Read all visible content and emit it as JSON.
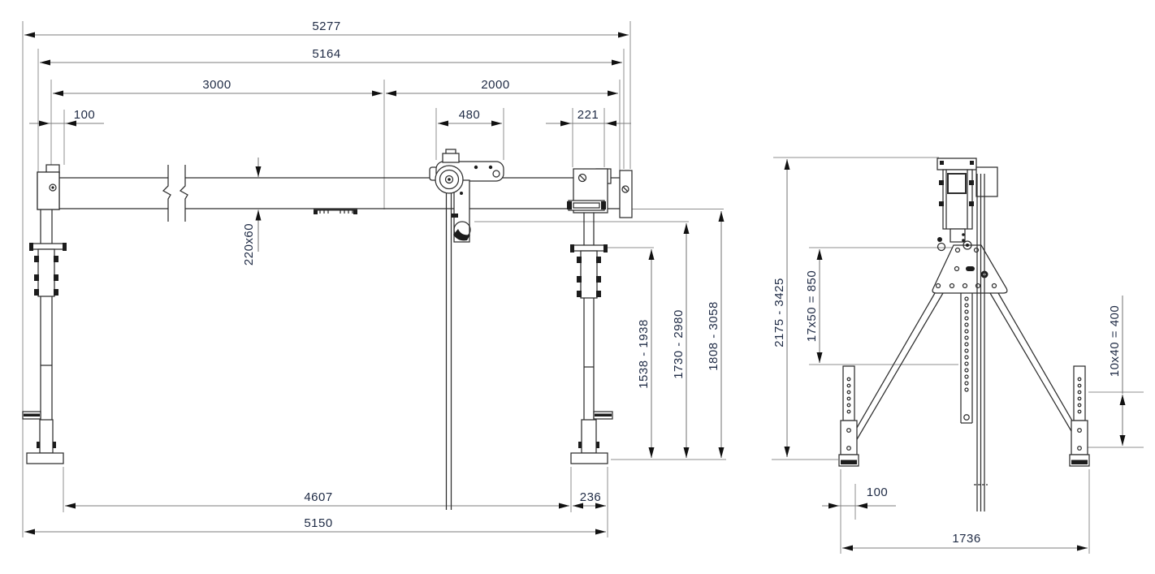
{
  "drawing": "Two-view dimensioned CAD drawing of a portable gantry crane with chain hoist trolley",
  "front_view": {
    "dims": {
      "overall_length": "5277",
      "frame_length": "5164",
      "span_left": "3000",
      "span_right": "2000",
      "edge_offset": "100",
      "trolley_length": "480",
      "end_bracket_length": "221",
      "beam_profile": "220x60",
      "upright_height_range": "1538 - 1938",
      "hook_height_range": "1730 - 2980",
      "underbeam_height_range": "1808 - 3058",
      "base_inner_span": "4607",
      "base_foot_length": "236",
      "base_outer_span": "5150"
    }
  },
  "side_view": {
    "dims": {
      "overall_height_range": "2175 - 3425",
      "mast_hole_pattern": "17x50 = 850",
      "leg_hole_pattern": "10x40 = 400",
      "foot_offset": "100",
      "base_width": "1736"
    }
  },
  "colors": {
    "background": "#ffffff",
    "structure_line": "#2d2d2d",
    "dimension_line": "#8a8a8a",
    "dimension_text": "#1e2a44"
  }
}
